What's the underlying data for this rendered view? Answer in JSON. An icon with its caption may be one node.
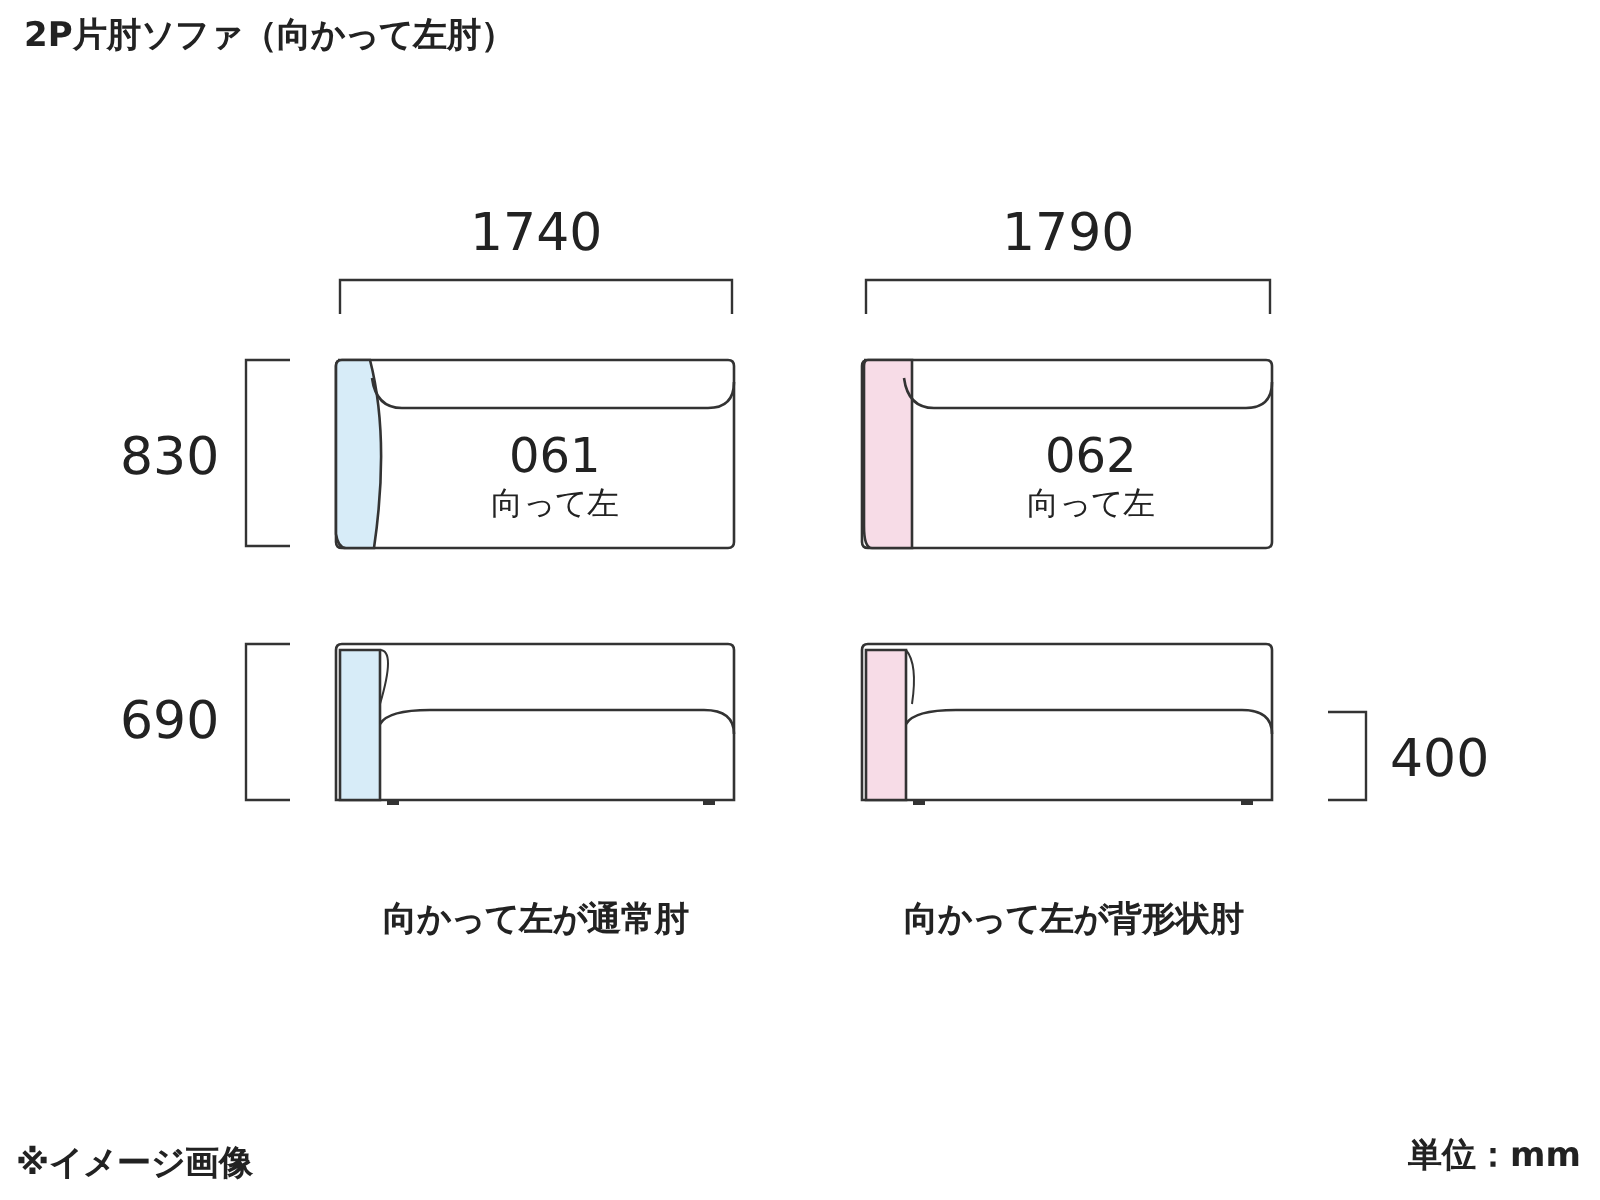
{
  "diagram": {
    "title": "2P片肘ソファ（向かって左肘）",
    "nodes": [
      {
        "text": [
          "061",
          "向って左"
        ]
      },
      {
        "text": [
          "062",
          "向って左"
        ]
      }
    ],
    "labels": [
      "1740",
      "1790",
      "830",
      "690",
      "400",
      "向かって左が通常肘",
      "向かって左が背形状肘",
      "※イメージ画像",
      "単位：mm"
    ]
  }
}
